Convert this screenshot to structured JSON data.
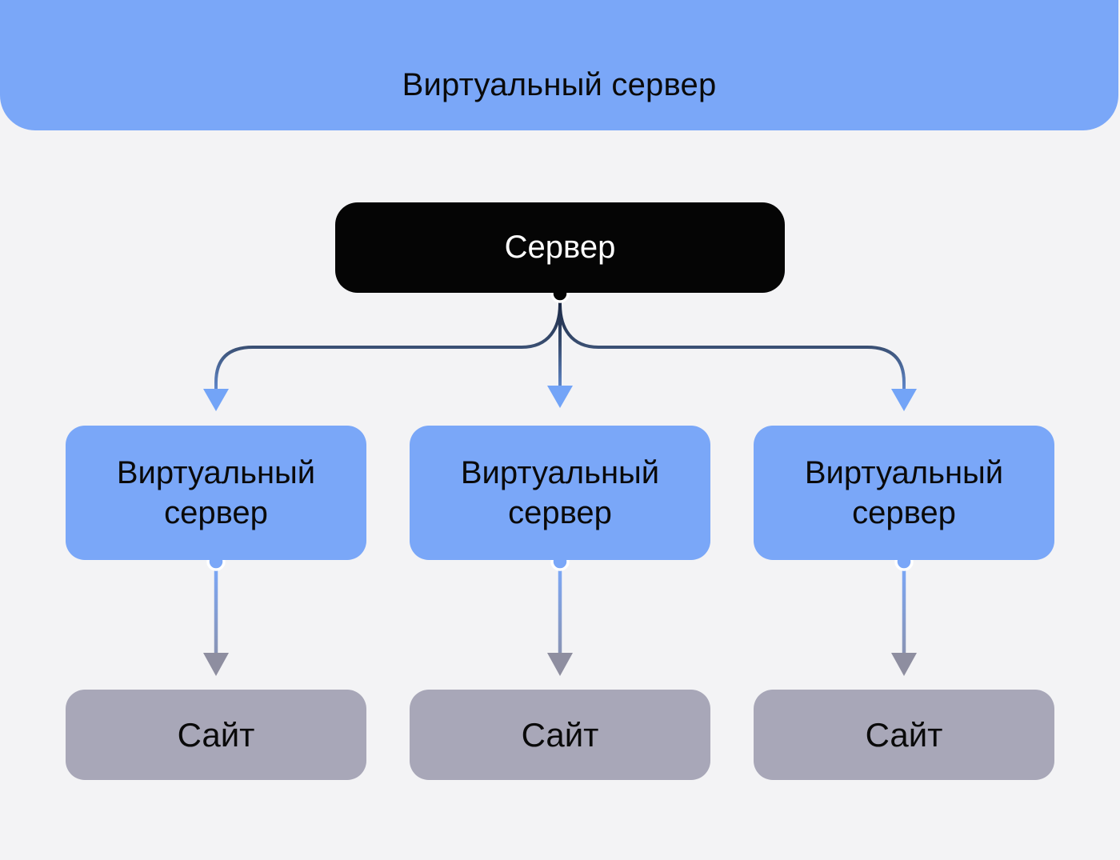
{
  "banner": {
    "label": "Виртуальный сервер"
  },
  "root": {
    "label": "Сервер"
  },
  "virtual_servers": [
    {
      "label": "Виртуальный сервер"
    },
    {
      "label": "Виртуальный сервер"
    },
    {
      "label": "Виртуальный сервер"
    }
  ],
  "sites": [
    {
      "label": "Сайт"
    },
    {
      "label": "Сайт"
    },
    {
      "label": "Сайт"
    }
  ],
  "edges": [
    {
      "from": "Сервер",
      "to": "Виртуальный сервер 1"
    },
    {
      "from": "Сервер",
      "to": "Виртуальный сервер 2"
    },
    {
      "from": "Сервер",
      "to": "Виртуальный сервер 3"
    },
    {
      "from": "Виртуальный сервер 1",
      "to": "Сайт 1"
    },
    {
      "from": "Виртуальный сервер 2",
      "to": "Сайт 2"
    },
    {
      "from": "Виртуальный сервер 3",
      "to": "Сайт 3"
    }
  ],
  "colors": {
    "background": "#f3f3f5",
    "accent_blue": "#7aa7f8",
    "node_black": "#050505",
    "node_gray": "#a8a7b8",
    "edge_navy": "#394e71",
    "arrow_blue": "#73a4f7",
    "arrow_gray": "#8e8ea0"
  }
}
